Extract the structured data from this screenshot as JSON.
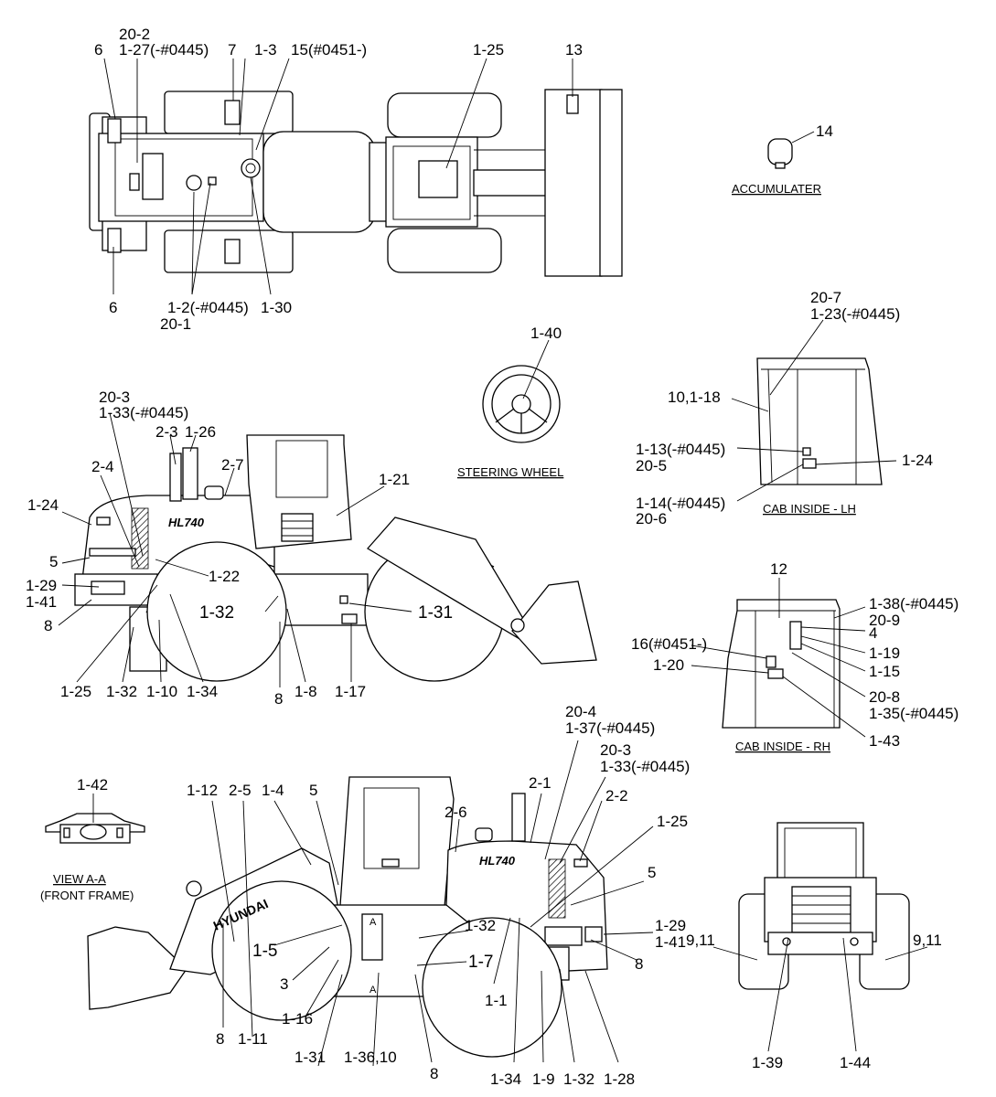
{
  "top_view": {
    "labels": [
      "6",
      "20-2",
      "1-27(-#0445)",
      "7",
      "1-3",
      "15(#0451-)",
      "1-25",
      "13",
      "6",
      "1-2(-#0445)",
      "20-1",
      "1-30"
    ]
  },
  "accumulator": {
    "part": "14",
    "caption": "ACCUMULATER"
  },
  "steering_wheel": {
    "part": "1-40",
    "caption": "STEERING WHEEL"
  },
  "cab_lh": {
    "caption": "CAB INSIDE - LH",
    "labels": [
      "20-7",
      "1-23(-#0445)",
      "10,1-18",
      "1-13(-#0445)",
      "20-5",
      "1-24",
      "1-14(-#0445)",
      "20-6"
    ]
  },
  "cab_rh": {
    "caption": "CAB INSIDE - RH",
    "labels": [
      "12",
      "1-38(-#0445)",
      "20-9",
      "4",
      "16(#0451-)",
      "1-19",
      "1-20",
      "1-15",
      "20-8",
      "1-35(-#0445)",
      "1-43"
    ]
  },
  "left_view": {
    "brand": "HL740",
    "labels": [
      "20-3",
      "1-33(-#0445)",
      "2-3",
      "1-26",
      "2-4",
      "2-7",
      "1-24",
      "1-21",
      "5",
      "1-22",
      "1-29",
      "1-41",
      "8",
      "1-32",
      "1-31",
      "1-25",
      "1-32",
      "1-10",
      "1-34",
      "8",
      "1-8",
      "1-17"
    ]
  },
  "view_aa": {
    "part": "1-42",
    "caption": "VIEW A-A",
    "sub": "(FRONT FRAME)"
  },
  "right_view": {
    "brand": "HL740",
    "maker": "HYUNDAI",
    "labels": [
      "20-4",
      "1-37(-#0445)",
      "20-3",
      "1-33(-#0445)",
      "1-12",
      "2-5",
      "1-4",
      "5",
      "2-6",
      "2-1",
      "2-2",
      "1-25",
      "5",
      "1-29",
      "1-41",
      "1-32",
      "1-5",
      "1-7",
      "8",
      "3",
      "1-16",
      "1-1",
      "8",
      "1-11",
      "1-31",
      "1-36,10",
      "8",
      "1-34",
      "1-9",
      "1-32",
      "1-28",
      "A",
      "A"
    ]
  },
  "rear_view": {
    "labels": [
      "9,11",
      "9,11",
      "1-39",
      "1-44"
    ]
  }
}
